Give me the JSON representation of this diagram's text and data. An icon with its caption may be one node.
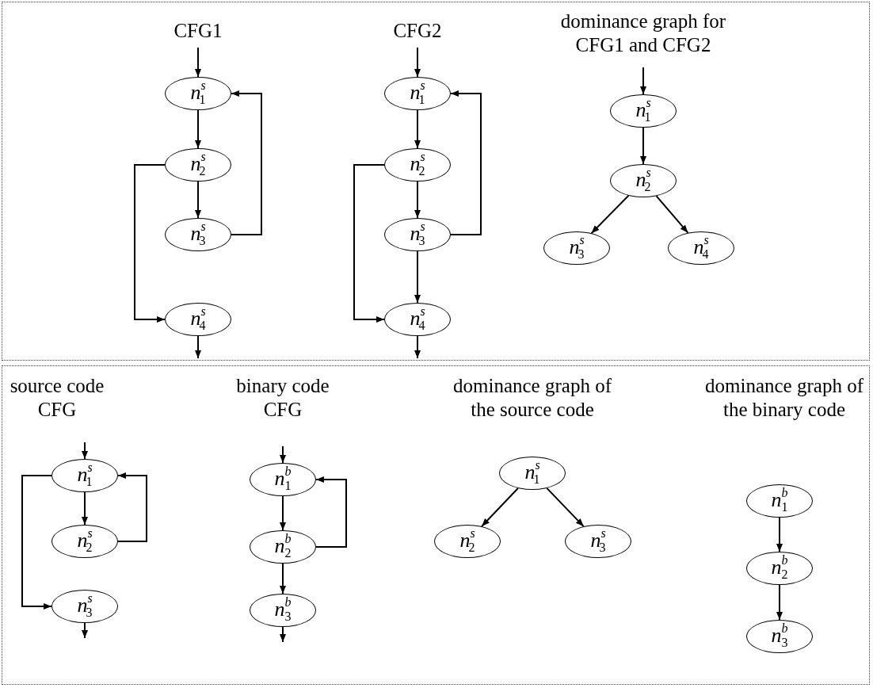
{
  "diagram": {
    "nodes": [
      {
        "text": [
          "n$^{s}$$_{1}$"
        ]
      },
      {
        "text": [
          "n$^{s}$$_{2}$"
        ]
      },
      {
        "text": [
          "n$^{s}$$_{3}$"
        ]
      },
      {
        "text": [
          "n$^{s}$$_{4}$"
        ]
      },
      {
        "text": [
          "n$^{s}$$_{1}$"
        ]
      },
      {
        "text": [
          "n$^{s}$$_{2}$"
        ]
      },
      {
        "text": [
          "n$^{s}$$_{3}$"
        ]
      },
      {
        "text": [
          "n$^{s}$$_{4}$"
        ]
      },
      {
        "text": [
          "n$^{s}$$_{1}$"
        ]
      },
      {
        "text": [
          "n$^{s}$$_{2}$"
        ]
      },
      {
        "text": [
          "n$^{s}$$_{3}$"
        ]
      },
      {
        "text": [
          "n$^{s}$$_{4}$"
        ]
      },
      {
        "text": [
          "n$^{s}$$_{1}$"
        ]
      },
      {
        "text": [
          "n$^{s}$$_{2}$"
        ]
      },
      {
        "text": [
          "n$^{s}$$_{3}$"
        ]
      },
      {
        "text": [
          "n$^{b}$$_{1}$"
        ]
      },
      {
        "text": [
          "n$^{b}$$_{2}$"
        ]
      },
      {
        "text": [
          "n$^{b}$$_{3}$"
        ]
      },
      {
        "text": [
          "n$^{s}$$_{1}$"
        ]
      },
      {
        "text": [
          "n$^{s}$$_{2}$"
        ]
      },
      {
        "text": [
          "n$^{s}$$_{3}$"
        ]
      },
      {
        "text": [
          "n$^{b}$$_{1}$"
        ]
      },
      {
        "text": [
          "n$^{b}$$_{2}$"
        ]
      },
      {
        "text": [
          "n$^{b}$$_{3}$"
        ]
      }
    ],
    "edges": [
      {
        "from": null,
        "to": 0,
        "arrow": "to"
      },
      {
        "from": 0,
        "to": 1,
        "arrow": "to"
      },
      {
        "from": 1,
        "to": 2,
        "arrow": "to"
      },
      {
        "from": 2,
        "to": 0,
        "arrow": "to"
      },
      {
        "from": 1,
        "to": 3,
        "arrow": "to"
      },
      {
        "from": 3,
        "to": null,
        "arrow": "to"
      },
      {
        "from": null,
        "to": 4,
        "arrow": "to"
      },
      {
        "from": 4,
        "to": 5,
        "arrow": "to"
      },
      {
        "from": 5,
        "to": 6,
        "arrow": "to"
      },
      {
        "from": 6,
        "to": 4,
        "arrow": "to"
      },
      {
        "from": 5,
        "to": 7,
        "arrow": "to"
      },
      {
        "from": 6,
        "to": 7,
        "arrow": "to"
      },
      {
        "from": 7,
        "to": null,
        "arrow": "to"
      },
      {
        "from": null,
        "to": 8,
        "arrow": "to"
      },
      {
        "from": 8,
        "to": 9,
        "arrow": "to"
      },
      {
        "from": 9,
        "to": 10,
        "arrow": "to"
      },
      {
        "from": 9,
        "to": 11,
        "arrow": "to"
      },
      {
        "from": null,
        "to": 12,
        "arrow": "to"
      },
      {
        "from": 12,
        "to": 13,
        "arrow": "to"
      },
      {
        "from": 13,
        "to": 12,
        "arrow": "to"
      },
      {
        "from": 12,
        "to": 14,
        "arrow": "to"
      },
      {
        "from": 14,
        "to": null,
        "arrow": "to"
      },
      {
        "from": null,
        "to": 15,
        "arrow": "to"
      },
      {
        "from": 15,
        "to": 16,
        "arrow": "to"
      },
      {
        "from": 16,
        "to": 15,
        "arrow": "to"
      },
      {
        "from": 16,
        "to": 17,
        "arrow": "to"
      },
      {
        "from": 17,
        "to": null,
        "arrow": "to"
      },
      {
        "from": 18,
        "to": 19,
        "arrow": "to"
      },
      {
        "from": 18,
        "to": 20,
        "arrow": "to"
      },
      {
        "from": 21,
        "to": 22,
        "arrow": "to"
      },
      {
        "from": 22,
        "to": 23,
        "arrow": "to"
      }
    ],
    "labels": [
      "CFG1",
      "CFG2",
      "dominance graph for CFG1 and CFG2",
      "source code CFG",
      "binary code CFG",
      "dominance graph of the source code",
      "dominance graph of the binary code"
    ]
  }
}
